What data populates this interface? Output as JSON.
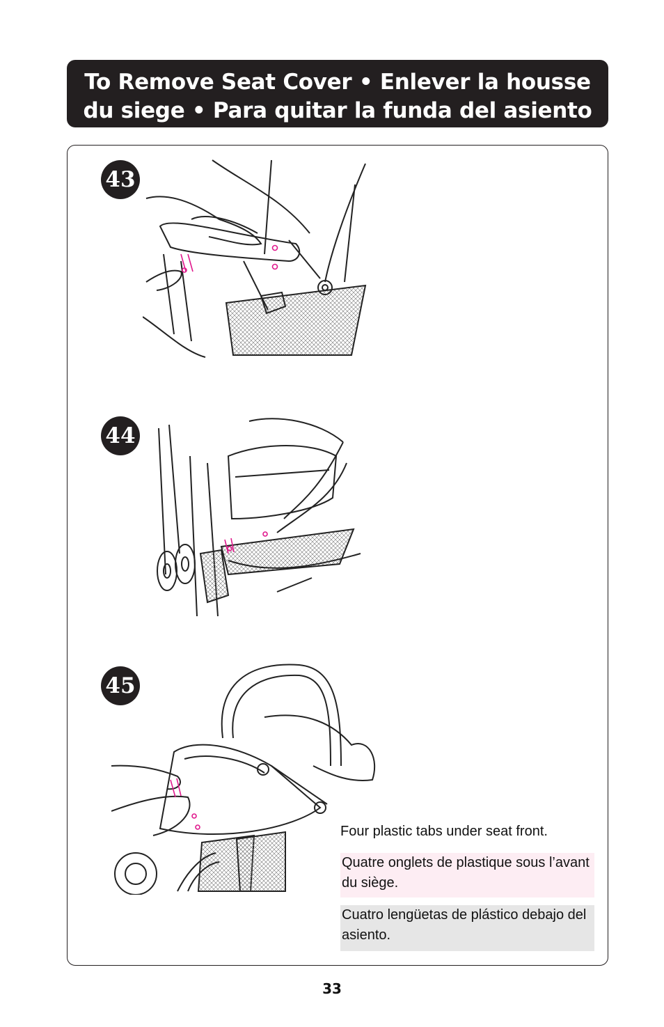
{
  "header": {
    "title_line1": "To Remove Seat Cover • Enlever la housse",
    "title_line2": "du siege • Para quitar la funda del asiento"
  },
  "steps": [
    {
      "number": "43"
    },
    {
      "number": "44"
    },
    {
      "number": "45"
    }
  ],
  "captions": {
    "en": "Four plastic tabs under seat front.",
    "fr": "Quatre onglets de plastique sous l’avant du siège.",
    "es": "Cuatro lengüetas de plástico debajo del asiento."
  },
  "colors": {
    "header_bg": "#231f20",
    "accent_magenta": "#e0188c",
    "caption_fr_bg": "#fdedf3",
    "caption_es_bg": "#e6e6e6"
  },
  "page_number": "33"
}
